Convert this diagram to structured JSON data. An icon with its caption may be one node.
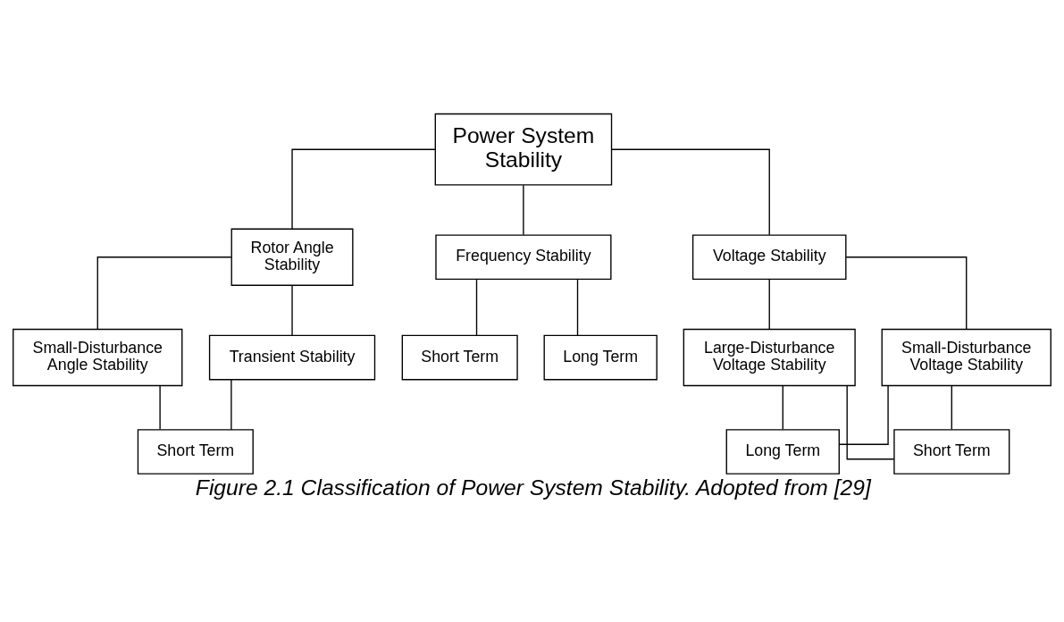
{
  "diagram": {
    "caption": "Figure 2.1 Classification of Power System Stability. Adopted from [29]",
    "nodes": [
      {
        "text": [
          "Power System Stability"
        ]
      },
      {
        "text": [
          "Rotor Angle Stability"
        ]
      },
      {
        "text": [
          "Frequency Stability"
        ]
      },
      {
        "text": [
          "Voltage Stability"
        ]
      },
      {
        "text": [
          "Small-Disturbance Angle Stability"
        ]
      },
      {
        "text": [
          "Transient Stability"
        ]
      },
      {
        "text": [
          "Large-Disturbance Voltage Stability"
        ]
      },
      {
        "text": [
          "Small-Disturbance Voltage Stability"
        ]
      },
      {
        "text": [
          "Short Term"
        ]
      },
      {
        "text": [
          "Short Term"
        ]
      },
      {
        "text": [
          "Long Term"
        ]
      },
      {
        "text": [
          "Short Term"
        ]
      },
      {
        "text": [
          "Long Term"
        ]
      }
    ],
    "edges": [
      {
        "from": 0,
        "to": 1,
        "arrow": "none"
      },
      {
        "from": 0,
        "to": 2,
        "arrow": "none"
      },
      {
        "from": 0,
        "to": 3,
        "arrow": "none"
      },
      {
        "from": 1,
        "to": 4,
        "arrow": "none"
      },
      {
        "from": 1,
        "to": 5,
        "arrow": "none"
      },
      {
        "from": 3,
        "to": 6,
        "arrow": "none"
      },
      {
        "from": 3,
        "to": 7,
        "arrow": "none"
      },
      {
        "from": 4,
        "to": 8,
        "arrow": "none"
      },
      {
        "from": 5,
        "to": 8,
        "arrow": "none"
      },
      {
        "from": 2,
        "to": 9,
        "arrow": "none"
      },
      {
        "from": 2,
        "to": 10,
        "arrow": "none"
      },
      {
        "from": 6,
        "to": 11,
        "arrow": "none"
      },
      {
        "from": 6,
        "to": 12,
        "arrow": "none"
      },
      {
        "from": 7,
        "to": 11,
        "arrow": "none"
      },
      {
        "from": 7,
        "to": 12,
        "arrow": "none"
      }
    ]
  }
}
